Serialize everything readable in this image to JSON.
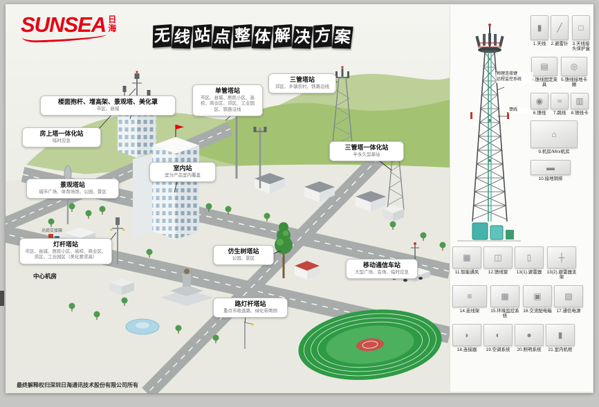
{
  "brand": {
    "name": "SUNSEA",
    "cn": "日海",
    "color": "#e60012"
  },
  "title": "无线站点整体解决方案",
  "footer": "最终解释权归深圳日海通讯技术股份有限公司所有",
  "colors": {
    "brand": "#e60012",
    "hill": "#a3c373",
    "stadium": "#2e9a44",
    "equipment_teal": "#4ab5ad"
  },
  "scene": {
    "cabinet_label": "光缆交接箱",
    "callouts": [
      {
        "title": "楼面抱杆、增高架、景观塔、美化罩",
        "desc": "市区、县城"
      },
      {
        "title": "房上塔一体化站",
        "desc": "临时应急"
      },
      {
        "title": "景观塔站",
        "desc": "城市广场、体育场馆、公园、景区"
      },
      {
        "title": "室内站",
        "desc": "室分产品室内覆盖"
      },
      {
        "title": "灯杆塔站",
        "desc": "市区、县城、居民小区、高校、商业区、郊区、工业园区（美化要求高）"
      },
      {
        "title": "中心机房",
        "desc": ""
      },
      {
        "title": "单管塔站",
        "desc": "市区、县城、居民小区、高校、商业区、郊区、工业园区、铁路沿线"
      },
      {
        "title": "三管塔站",
        "desc": "郊区、乡镇农村、铁路沿线"
      },
      {
        "title": "三管塔一体化站",
        "desc": "半永久型基站"
      },
      {
        "title": "仿生树塔站",
        "desc": "公园、景区"
      },
      {
        "title": "移动通信车站",
        "desc": "大型广场、会场、临时应急"
      },
      {
        "title": "路灯杆塔站",
        "desc": "重点市政道路、绿化带两侧"
      }
    ]
  },
  "tower_panel": {
    "annotations": {
      "link": "物理连接键",
      "monitor": "远程监控系统",
      "feeder": "馈线"
    },
    "components": [
      {
        "label": "1.天线",
        "glyph": "▮",
        "row": "s1"
      },
      {
        "label": "2.避雷针",
        "glyph": "╱",
        "row": "s1"
      },
      {
        "label": "3.天线接头保护盒",
        "glyph": "□",
        "row": "s1"
      },
      {
        "label": "4.馈线固定夹具",
        "glyph": "▤",
        "row": "s2"
      },
      {
        "label": "5.馈线接地卡圈",
        "glyph": "◎",
        "row": "s2"
      },
      {
        "label": "6.馈线",
        "glyph": "◉",
        "row": "s3"
      },
      {
        "label": "7.跳线",
        "glyph": "≈",
        "row": "s3"
      },
      {
        "label": "8.馈线卡",
        "glyph": "▥",
        "row": "s3"
      },
      {
        "label": "9.机房/Mini机房",
        "glyph": "⌂",
        "row": "s4"
      },
      {
        "label": "10.接地铜排",
        "glyph": "▬",
        "row": "s5"
      },
      {
        "label": "11.智能通风",
        "glyph": "▦",
        "row": "b1"
      },
      {
        "label": "12.馈线窗",
        "glyph": "◫",
        "row": "b1"
      },
      {
        "label": "13(1).避雷器",
        "glyph": "▯",
        "row": "b1"
      },
      {
        "label": "13(2).避雷器支架",
        "glyph": "┼",
        "row": "b1"
      },
      {
        "label": "14.走线架",
        "glyph": "≡",
        "row": "b2"
      },
      {
        "label": "15.环境监控系统",
        "glyph": "▩",
        "row": "b2"
      },
      {
        "label": "16.交流配电箱",
        "glyph": "▣",
        "row": "b2"
      },
      {
        "label": "17.通信电源",
        "glyph": "▨",
        "row": "b2"
      },
      {
        "label": "18.连接器",
        "glyph": "◗",
        "row": "b3"
      },
      {
        "label": "19.空调系统",
        "glyph": "◐",
        "row": "b3"
      },
      {
        "label": "20.照明系统",
        "glyph": "●",
        "row": "b3"
      },
      {
        "label": "21.室内机柜",
        "glyph": "▮",
        "row": "b3"
      }
    ]
  }
}
